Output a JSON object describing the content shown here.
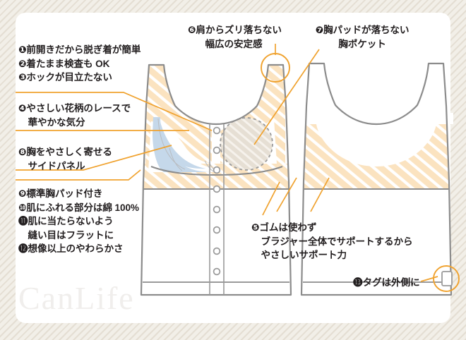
{
  "page": {
    "watermark": "CanLife",
    "background_color": "#ece8e0",
    "card_color": "#ffffff",
    "accent_color": "#f0a22e",
    "text_color": "#231f20",
    "garment_outline_color": "#8c8c8c",
    "stripe_fill_color": "#fbe3c0",
    "side_panel_color": "#c5d8ea",
    "pocket_fill_color": "#e3dcd2"
  },
  "annotations": {
    "left_group_1": "❶前開きだから脱ぎ着が簡単\n❷着たまま検査も OK\n❸ホックが目立たない",
    "left_group_2": "❹やさしい花柄のレースで\n　華やかな気分",
    "left_group_3": "❽胸をやさしく寄せる\n　サイドパネル",
    "left_group_4": "❾標準胸パッド付き\n❿肌にふれる部分は綿 100%\n⓫肌に当たらないよう\n　縫い目はフラットに\n⓬想像以上のやわらかさ",
    "top_center": "❻肩からズリ落ちない\n幅広の安定感",
    "top_right": "❼胸パッドが落ちない\n胸ポケット",
    "bottom_center": "❺ゴムは使わず\n　ブラジャー全体でサポートするから\n　やさしいサポート力",
    "bottom_right": "⓭タグは外側に"
  },
  "items": [
    {
      "number": "❶",
      "label": "前開きだから脱ぎ着が簡単"
    },
    {
      "number": "❷",
      "label": "着たまま検査も OK"
    },
    {
      "number": "❸",
      "label": "ホックが目立たない"
    },
    {
      "number": "❹",
      "label": "やさしい花柄のレースで華やかな気分"
    },
    {
      "number": "❺",
      "label": "ゴムは使わずブラジャー全体でサポートするからやさしいサポート力"
    },
    {
      "number": "❻",
      "label": "肩からズリ落ちない幅広の安定感"
    },
    {
      "number": "❼",
      "label": "胸パッドが落ちない胸ポケット"
    },
    {
      "number": "❽",
      "label": "胸をやさしく寄せるサイドパネル"
    },
    {
      "number": "❾",
      "label": "標準胸パッド付き"
    },
    {
      "number": "❿",
      "label": "肌にふれる部分は綿 100%"
    },
    {
      "number": "⓫",
      "label": "肌に当たらないよう縫い目はフラットに"
    },
    {
      "number": "⓬",
      "label": "想像以上のやわらかさ"
    },
    {
      "number": "⓭",
      "label": "タグは外側に"
    }
  ]
}
